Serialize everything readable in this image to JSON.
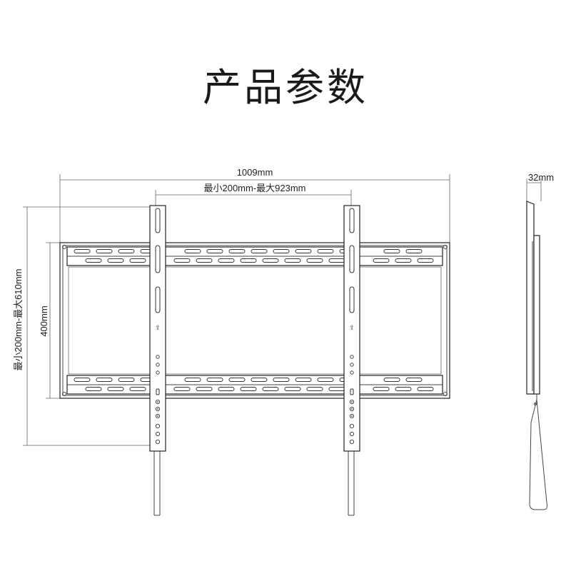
{
  "title": "产品参数",
  "dimensions": {
    "total_width": "1009mm",
    "arm_spacing": "最小200mm-最大923mm",
    "vertical_range": "最小200mm-最大610mm",
    "frame_height": "400mm",
    "depth": "32mm"
  }
}
